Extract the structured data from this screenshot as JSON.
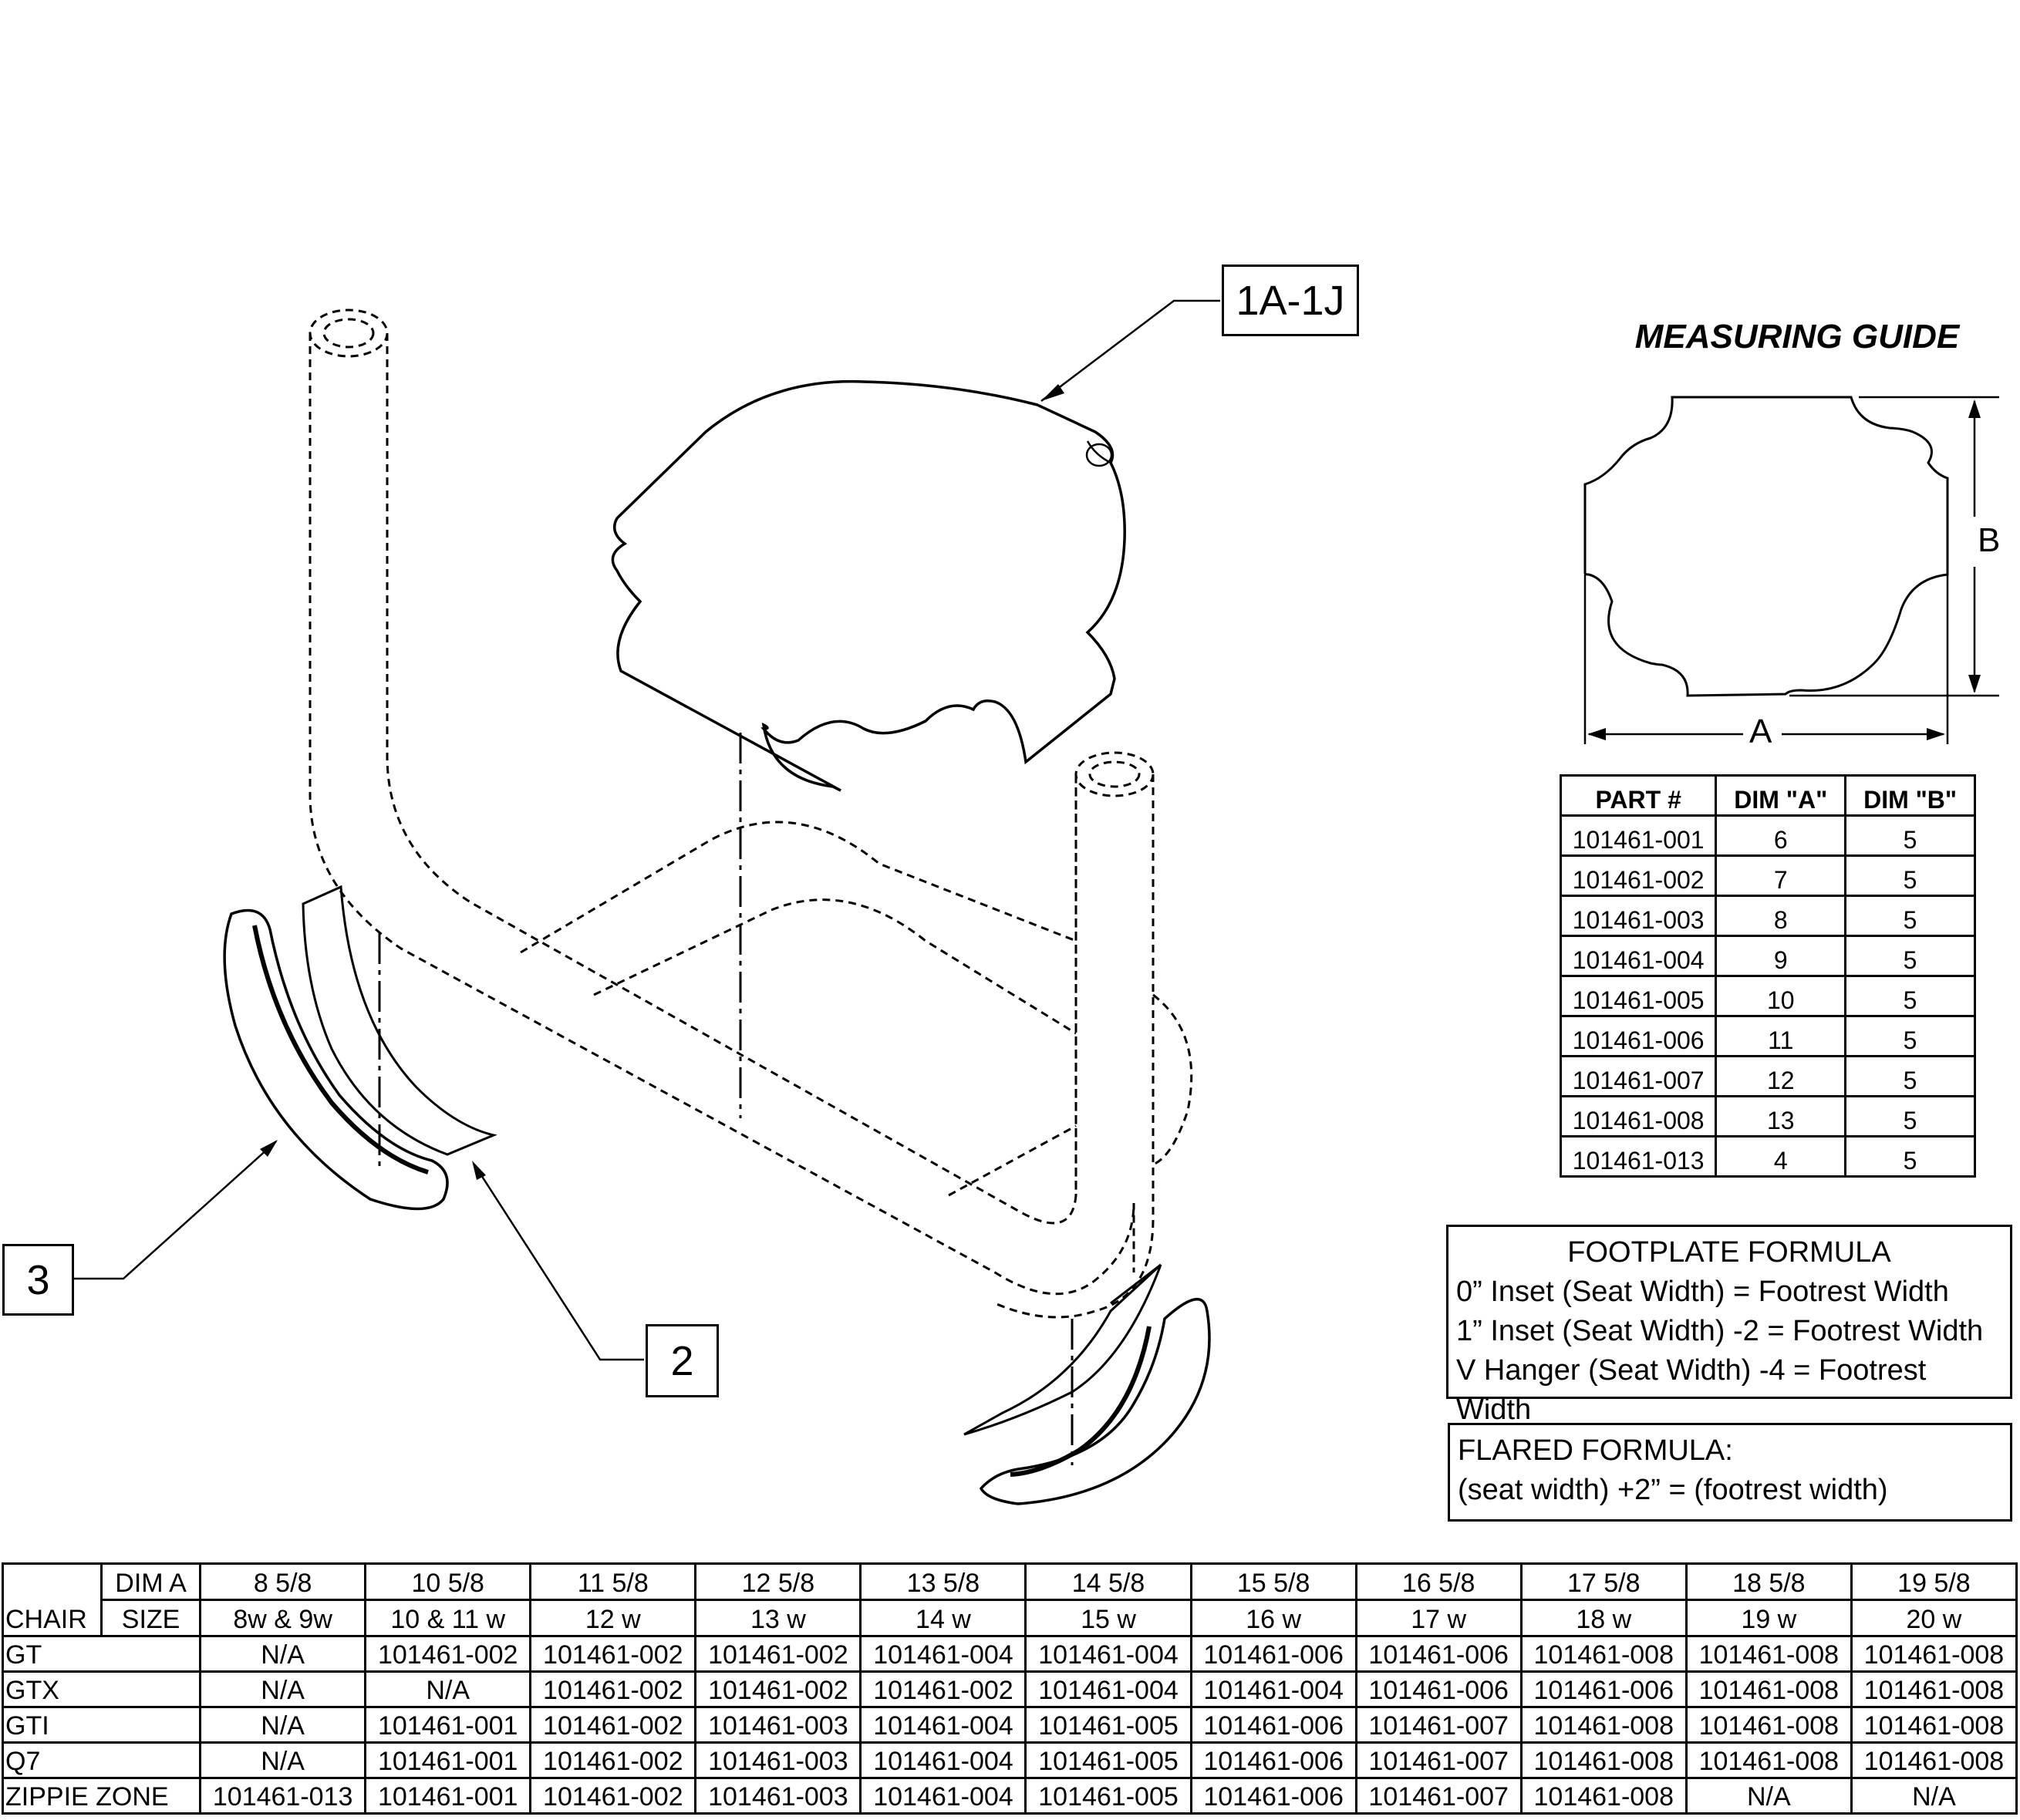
{
  "callouts": {
    "part_1": "1A-1J",
    "part_2": "2",
    "part_3": "3"
  },
  "measuring_guide": {
    "title": "MEASURING GUIDE",
    "dim_a": "A",
    "dim_b": "B",
    "headers": [
      "PART #",
      "DIM \"A\"",
      "DIM \"B\""
    ],
    "rows": [
      [
        "101461-001",
        "6",
        "5"
      ],
      [
        "101461-002",
        "7",
        "5"
      ],
      [
        "101461-003",
        "8",
        "5"
      ],
      [
        "101461-004",
        "9",
        "5"
      ],
      [
        "101461-005",
        "10",
        "5"
      ],
      [
        "101461-006",
        "11",
        "5"
      ],
      [
        "101461-007",
        "12",
        "5"
      ],
      [
        "101461-008",
        "13",
        "5"
      ],
      [
        "101461-013",
        "4",
        "5"
      ]
    ]
  },
  "footplate_formula": {
    "title": "FOOTPLATE FORMULA",
    "lines": [
      "0” Inset (Seat Width) = Footrest Width",
      "1” Inset (Seat Width) -2 = Footrest Width",
      "V Hanger (Seat Width) -4 = Footrest Width"
    ]
  },
  "flared_formula": {
    "title": "FLARED FORMULA:",
    "line": "(seat width) +2”  = (footrest width)"
  },
  "chair_table": {
    "label_dim": "DIM A",
    "label_chair": "CHAIR",
    "label_size": "SIZE",
    "dims": [
      "8 5/8",
      "10 5/8",
      "11 5/8",
      "12 5/8",
      "13 5/8",
      "14 5/8",
      "15 5/8",
      "16 5/8",
      "17 5/8",
      "18 5/8",
      "19 5/8"
    ],
    "sizes": [
      "8w & 9w",
      "10 & 11 w",
      "12 w",
      "13 w",
      "14 w",
      "15 w",
      "16 w",
      "17 w",
      "18 w",
      "19 w",
      "20 w"
    ],
    "rows": [
      {
        "name": "GT",
        "values": [
          "N/A",
          "101461-002",
          "101461-002",
          "101461-002",
          "101461-004",
          "101461-004",
          "101461-006",
          "101461-006",
          "101461-008",
          "101461-008",
          "101461-008"
        ]
      },
      {
        "name": "GTX",
        "values": [
          "N/A",
          "N/A",
          "101461-002",
          "101461-002",
          "101461-002",
          "101461-004",
          "101461-004",
          "101461-006",
          "101461-006",
          "101461-008",
          "101461-008"
        ]
      },
      {
        "name": "GTI",
        "values": [
          "N/A",
          "101461-001",
          "101461-002",
          "101461-003",
          "101461-004",
          "101461-005",
          "101461-006",
          "101461-007",
          "101461-008",
          "101461-008",
          "101461-008"
        ]
      },
      {
        "name": "Q7",
        "values": [
          "N/A",
          "101461-001",
          "101461-002",
          "101461-003",
          "101461-004",
          "101461-005",
          "101461-006",
          "101461-007",
          "101461-008",
          "101461-008",
          "101461-008"
        ]
      },
      {
        "name": "ZIPPIE ZONE",
        "values": [
          "101461-013",
          "101461-001",
          "101461-002",
          "101461-003",
          "101461-004",
          "101461-005",
          "101461-006",
          "101461-007",
          "101461-008",
          "N/A",
          "N/A"
        ]
      }
    ]
  }
}
